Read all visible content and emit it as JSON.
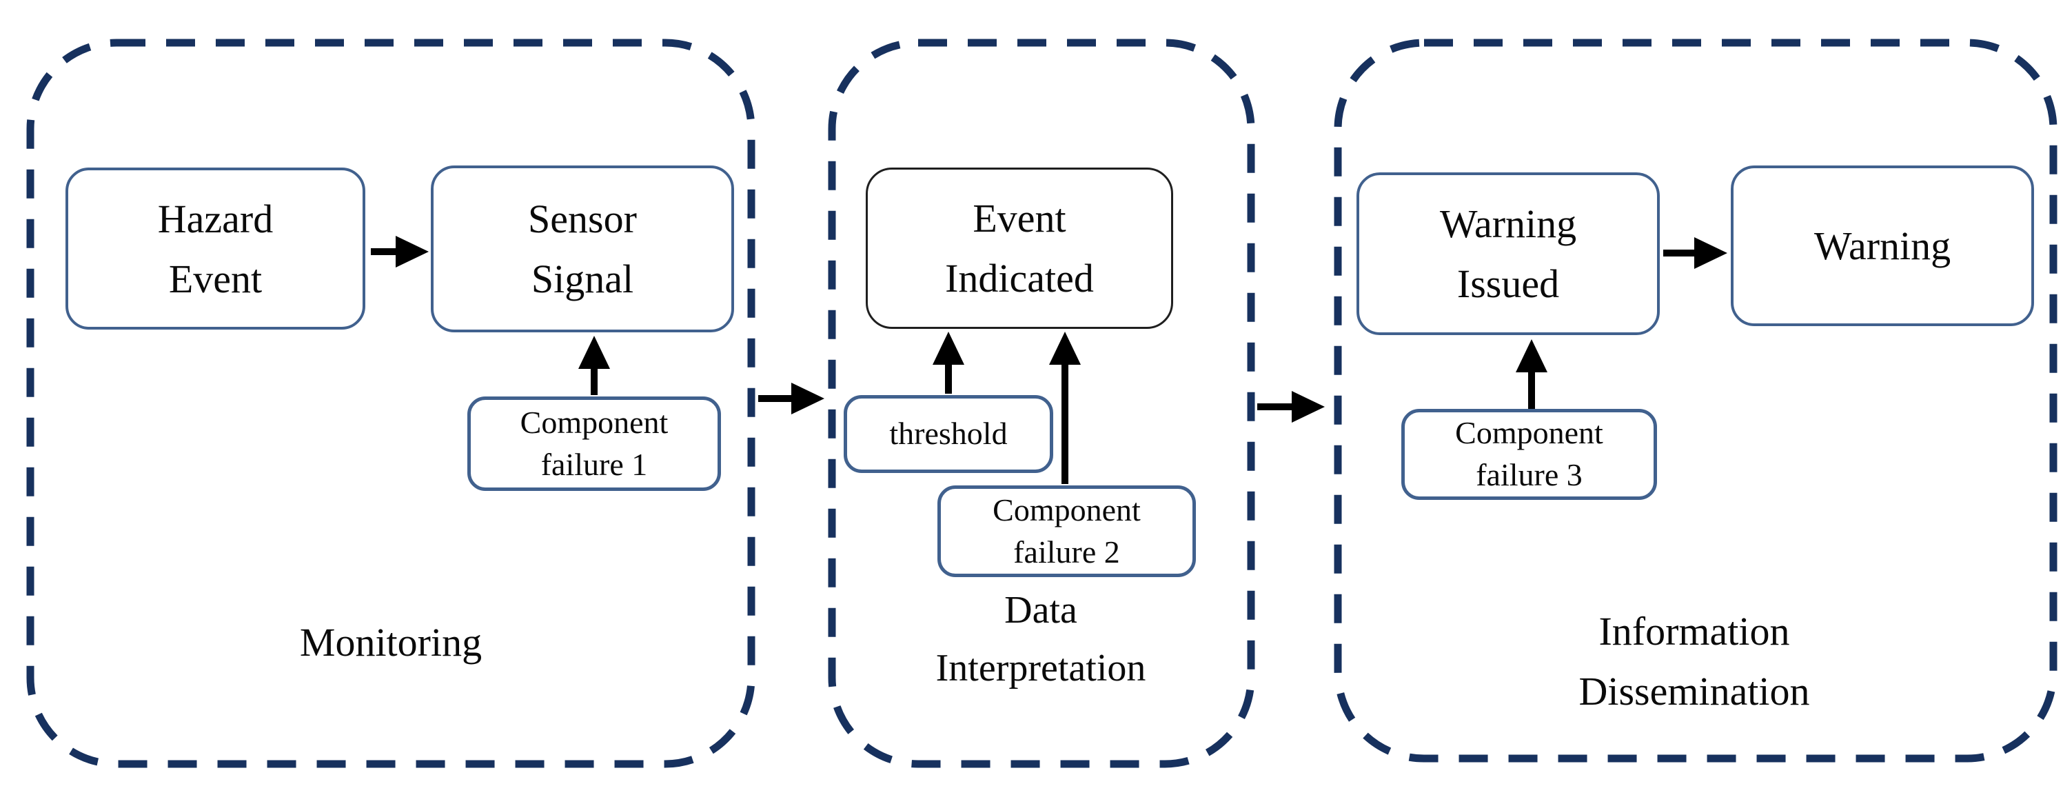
{
  "colors": {
    "background": "#FFFFFF",
    "container_border": "#17315E",
    "box_border": "#41618E",
    "event_box_border": "#1F1F1F",
    "arrow": "#000000",
    "text": "#0A0A0A"
  },
  "stages": {
    "monitoring": {
      "label": "Monitoring"
    },
    "data_interpretation": {
      "label": "Data\nInterpretation"
    },
    "information_dissemination": {
      "label": "Information\nDissemination"
    }
  },
  "nodes": {
    "hazard_event": "Hazard\nEvent",
    "sensor_signal": "Sensor\nSignal",
    "component_failure_1": "Component\nfailure 1",
    "event_indicated": "Event\nIndicated",
    "threshold": "threshold",
    "component_failure_2": "Component\nfailure 2",
    "warning_issued": "Warning\nIssued",
    "warning": "Warning",
    "component_failure_3": "Component\nfailure 3"
  },
  "flows": [
    {
      "from": "Hazard Event",
      "to": "Sensor Signal"
    },
    {
      "from": "Component failure 1",
      "to": "Sensor Signal"
    },
    {
      "from": "Monitoring",
      "to": "Data Interpretation"
    },
    {
      "from": "threshold",
      "to": "Event Indicated"
    },
    {
      "from": "Component failure 2",
      "to": "Event Indicated"
    },
    {
      "from": "Data Interpretation",
      "to": "Information Dissemination"
    },
    {
      "from": "Component failure 3",
      "to": "Warning Issued"
    },
    {
      "from": "Warning Issued",
      "to": "Warning"
    }
  ]
}
